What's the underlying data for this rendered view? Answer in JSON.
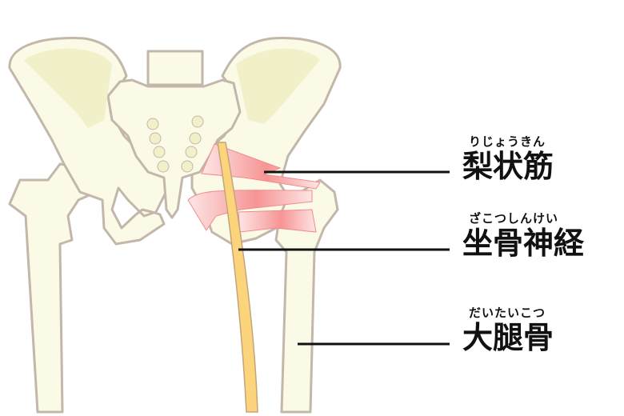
{
  "colors": {
    "bone": "#fafae6",
    "bone_shade": "#f2f0c8",
    "outline": "#c3b7ab",
    "muscle": "#f28a8a",
    "nerve": "#fbd47c",
    "leader": "#111111"
  },
  "labels": [
    {
      "ruby": "りじょうきん",
      "name": "梨状筋"
    },
    {
      "ruby": "ざこつしんけい",
      "name": "坐骨神経"
    },
    {
      "ruby": "だいたいこつ",
      "name": "大腿骨"
    }
  ]
}
